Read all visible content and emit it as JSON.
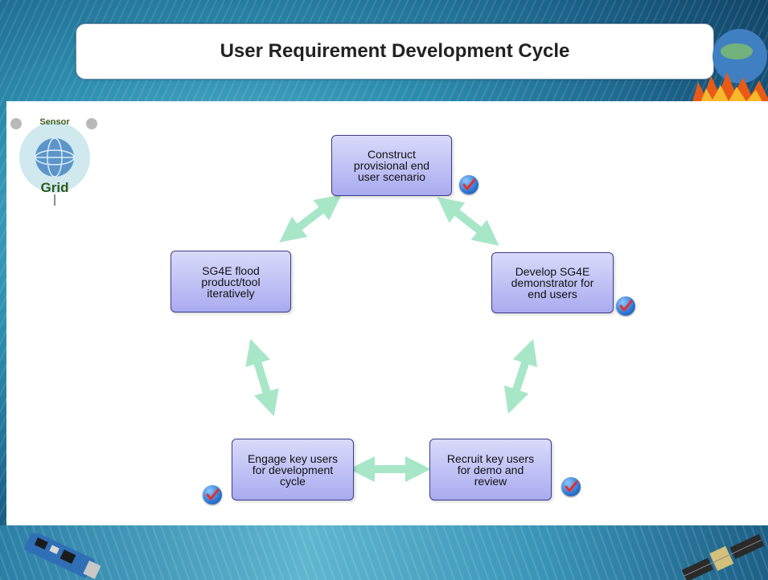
{
  "title": "User Requirement Development Cycle",
  "nodes": {
    "construct": "Construct\nprovisional end\nuser scenario",
    "develop": "Develop SG4E\ndemonstrator for\nend users",
    "recruit": "Recruit key users\nfor demo and\nreview",
    "engage": "Engage key users\nfor development\ncycle",
    "flood": "SG4E flood\nproduct/tool\niteratively"
  },
  "logo": {
    "top_text": "Sensor",
    "bottom_text": "Grid"
  },
  "colors": {
    "node_fill_top": "#d9dafa",
    "node_fill_bottom": "#a9abf0",
    "arrow": "#a8e6c8",
    "check": "#2d76d2"
  }
}
